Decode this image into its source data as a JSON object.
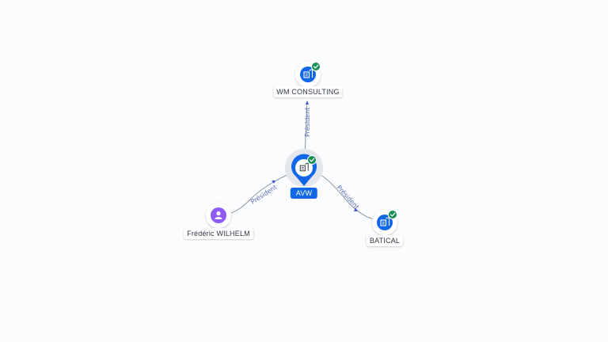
{
  "colors": {
    "company": "#1167e8",
    "person": "#8e5cf0",
    "verified": "#1a8f55",
    "edge": "#8d95a3",
    "edge_label": "#5a6fb8"
  },
  "nodes": {
    "center": {
      "label": "AVW",
      "icon": "building-icon",
      "verified": true
    },
    "wm_consulting": {
      "label": "WM CONSULTING",
      "icon": "building-icon",
      "verified": true
    },
    "frederic": {
      "label": "Frédéric WILHELM",
      "icon": "person-icon",
      "verified": false
    },
    "batical": {
      "label": "BATICAL",
      "icon": "building-icon",
      "verified": true
    }
  },
  "edges": {
    "wm_consulting": {
      "label": "Président"
    },
    "frederic": {
      "label": "Président"
    },
    "batical": {
      "label": "Président"
    }
  }
}
